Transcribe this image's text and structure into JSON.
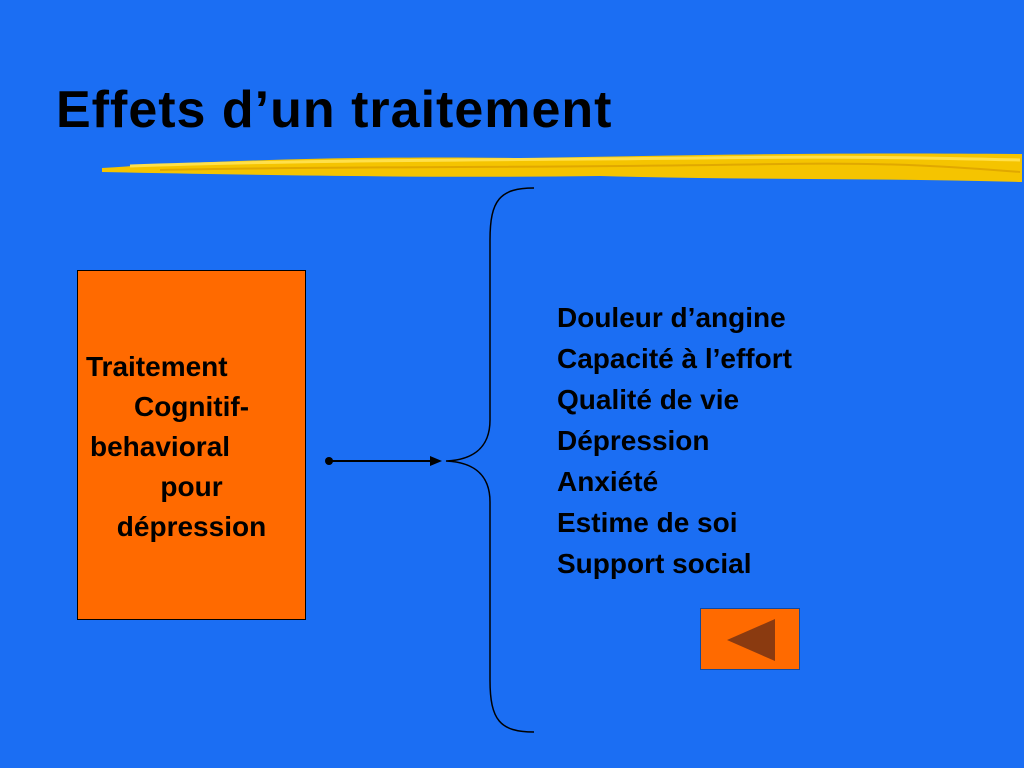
{
  "slide": {
    "title": "Effets d’un traitement",
    "treatment": {
      "lines": [
        "Traitement",
        "Cognitif-",
        "behavioral",
        "pour",
        "dépression"
      ]
    },
    "effects": [
      "Douleur d’angine",
      "Capacité à l’effort",
      "Qualité de vie",
      "Dépression",
      "Anxiété",
      "Estime de soi",
      "Support social"
    ],
    "back_button": {
      "icon": "triangle-left-icon"
    }
  },
  "colors": {
    "background": "#1B6EF3",
    "box": "#FF6A00",
    "brush": "#F5C400",
    "triangle": "#8A3A10"
  }
}
